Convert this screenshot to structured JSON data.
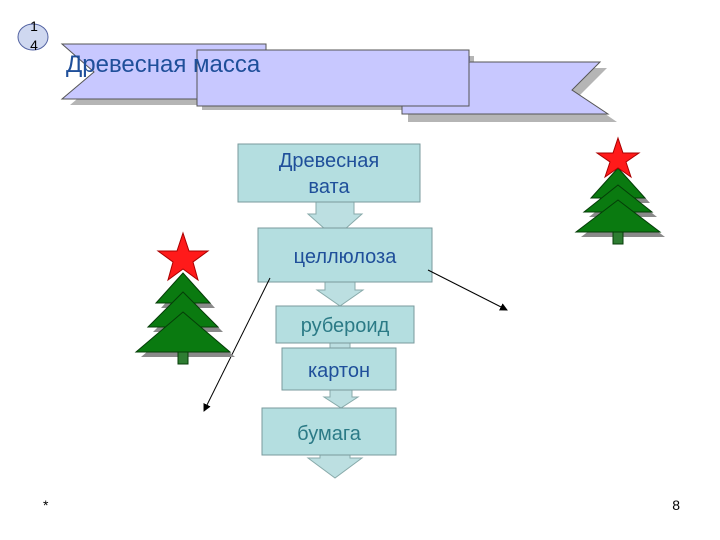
{
  "slide": {
    "badge_line1": "1",
    "badge_line2": "4",
    "title": "Древесная масса",
    "footer_left": "*",
    "page_number": "8"
  },
  "flow": {
    "box1_line1": "Древесная",
    "box1_line2": "вата",
    "box2": "целлюлоза",
    "box3": "рубероид",
    "box4": "картон",
    "box5": "бумага"
  },
  "colors": {
    "box_fill": "#b4dee0",
    "box_stroke": "#7a9a9c",
    "arrow_fill": "#bcdfe1",
    "banner_fill": "#c8c8ff",
    "banner_shadow": "#b0b0b0",
    "text_blue": "#1f4f9a",
    "text_teal": "#2b7a86",
    "tree_green": "#0a7a10",
    "star_red": "#ff1a1a",
    "trunk": "#2e7d32"
  },
  "icons": [
    "tree-with-star-icon",
    "tree-with-star-icon"
  ]
}
